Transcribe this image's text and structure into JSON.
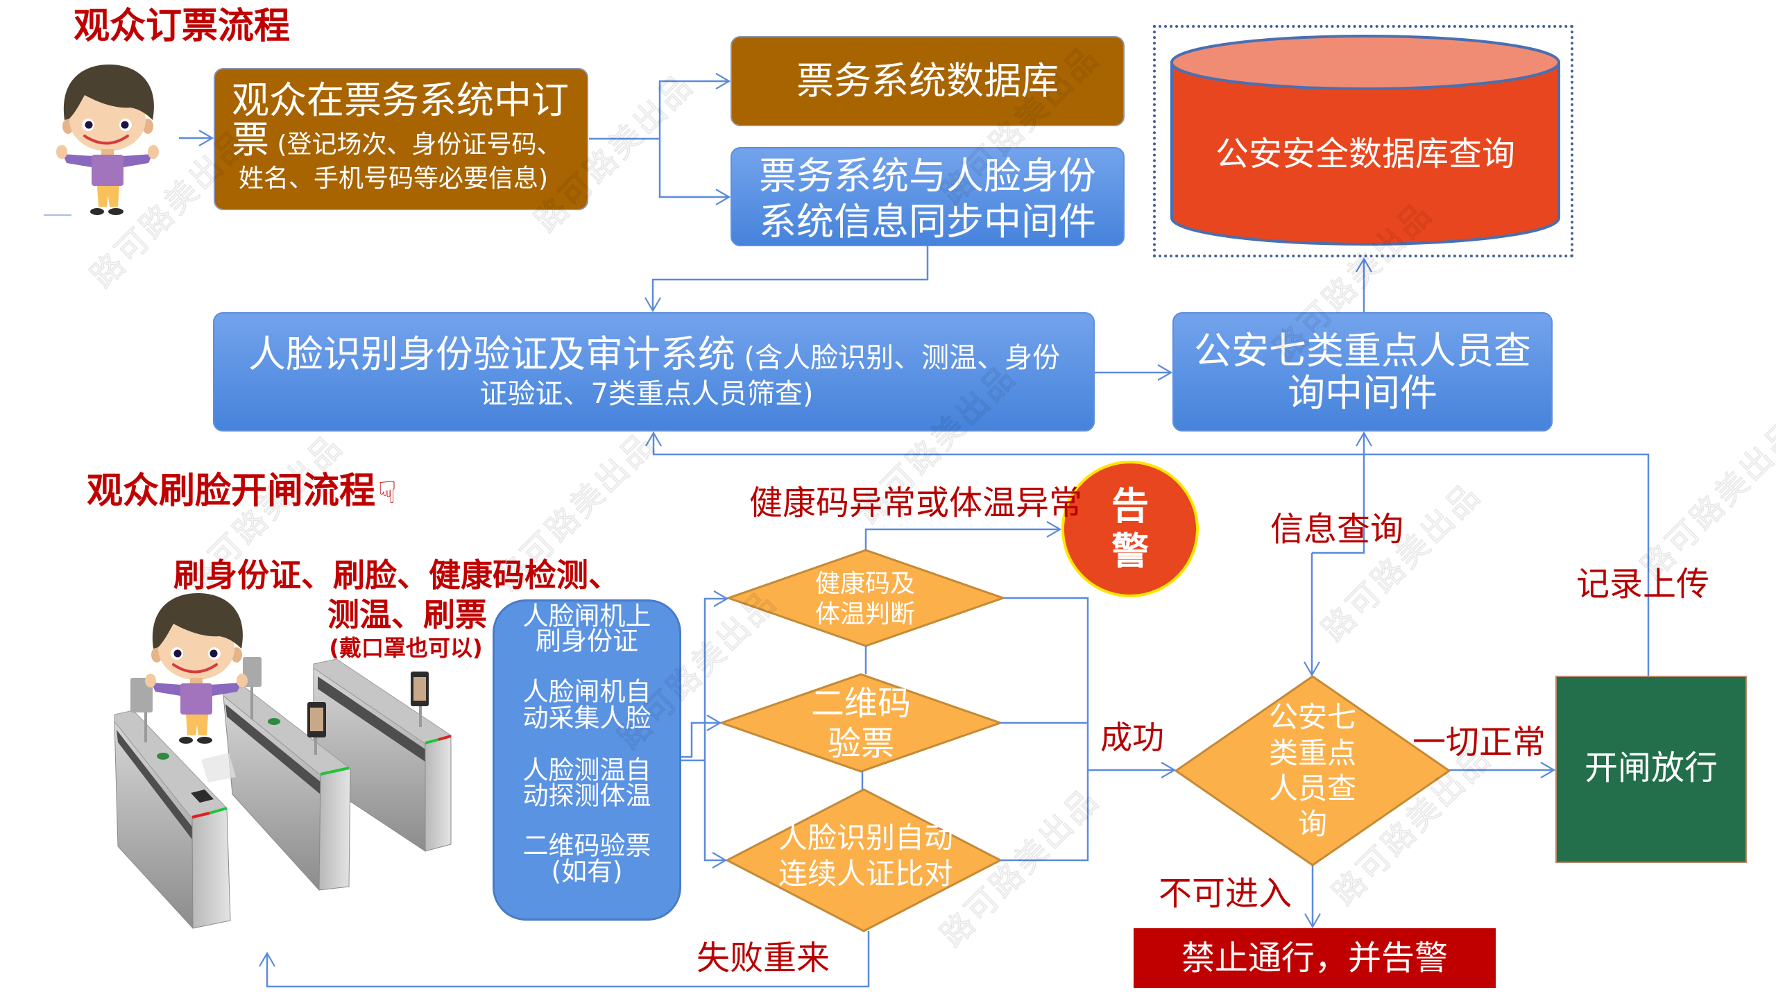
{
  "booking_flow": {
    "title": "观众订票流程",
    "order_box": {
      "line1": "观众在票务系统中订",
      "line2_main": "票",
      "line2_detail": " (登记场次、身份证号码、",
      "line3": "姓名、手机号码等必要信息)"
    },
    "ticket_database": "票务系统数据库",
    "sync_middleware": [
      "票务系统与人脸身份",
      "系统信息同步中间件"
    ],
    "police_database": "公安安全数据库查询",
    "face_audit_system": {
      "title": "人脸识别身份验证及审计系统",
      "detail_line1": " (含人脸识别、测温、身份",
      "detail_line2": "证验证、7类重点人员筛查)"
    },
    "police_middleware": [
      "公安七类重点人员查",
      "询中间件"
    ]
  },
  "gate_flow": {
    "title": "观众刷脸开闸流程",
    "title_icon": "☟",
    "instructions": [
      "刷身份证、刷脸、健康码检测、",
      "测温、刷票"
    ],
    "instructions_note": "(戴口罩也可以)",
    "gate_steps": [
      [
        "人脸闸机上",
        "刷身份证"
      ],
      [
        "人脸闸机自",
        "动采集人脸"
      ],
      [
        "人脸测温自",
        "动探测体温"
      ],
      [
        "二维码验票",
        "(如有)"
      ]
    ],
    "checks": [
      {
        "lines": [
          "健康码及",
          "体温判断"
        ]
      },
      {
        "lines": [
          "二维码",
          "验票"
        ]
      },
      {
        "lines": [
          "人脸识别自动",
          "连续人证比对"
        ]
      }
    ],
    "alarm": [
      "告",
      "警"
    ],
    "police_check": [
      "公安七",
      "类重点",
      "人员查",
      "询"
    ],
    "open_gate": "开闸放行",
    "deny_entry": "禁止通行，并告警",
    "edge_labels": {
      "abnormal": "健康码异常或体温异常",
      "success": "成功",
      "info_query": "信息查询",
      "all_normal": "一切正常",
      "record_upload": "记录上传",
      "no_entry": "不可进入",
      "retry": "失败重来"
    }
  },
  "watermark": "路可路美出品",
  "colors": {
    "title_red": "#C00000",
    "label_red": "#B80000",
    "brown_box": "#A86400",
    "blue_box_top": "#73A3EC",
    "blue_box_bottom": "#4683DB",
    "step_box_blue": "#5B93E3",
    "diamond_orange": "#FBB04A",
    "cylinder_body": "#E8461E",
    "cylinder_top": "#F08B74",
    "alarm_fill": "#E8461E",
    "alarm_border": "#FFE600",
    "open_gate_green": "#236E4B",
    "deny_red": "#C00000",
    "connector_blue": "#5B8BDD"
  }
}
